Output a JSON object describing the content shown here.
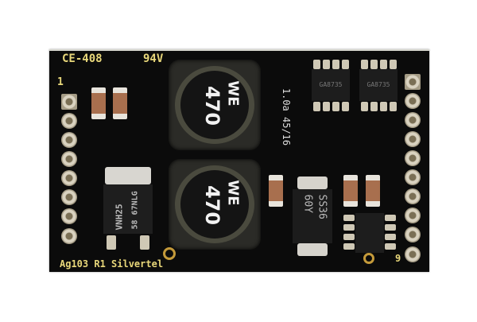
{
  "silkscreen": {
    "part_number": "CE-408",
    "rating": "94V",
    "pin_1": "1",
    "pin_9": "9",
    "date_code": "1.0a 45/16",
    "footer": "Ag103 R1 Silvertel"
  },
  "components": {
    "inductor_value": "470",
    "inductor_logo": "WE",
    "driver_chip": "VNH25",
    "driver_chip_code": "58 67NLG",
    "diode": "SS36",
    "diode_code": "60Y",
    "soic_code": "GA8735"
  },
  "colors": {
    "board": "#0b0b0b",
    "silkscreen": "#e8d77a"
  }
}
